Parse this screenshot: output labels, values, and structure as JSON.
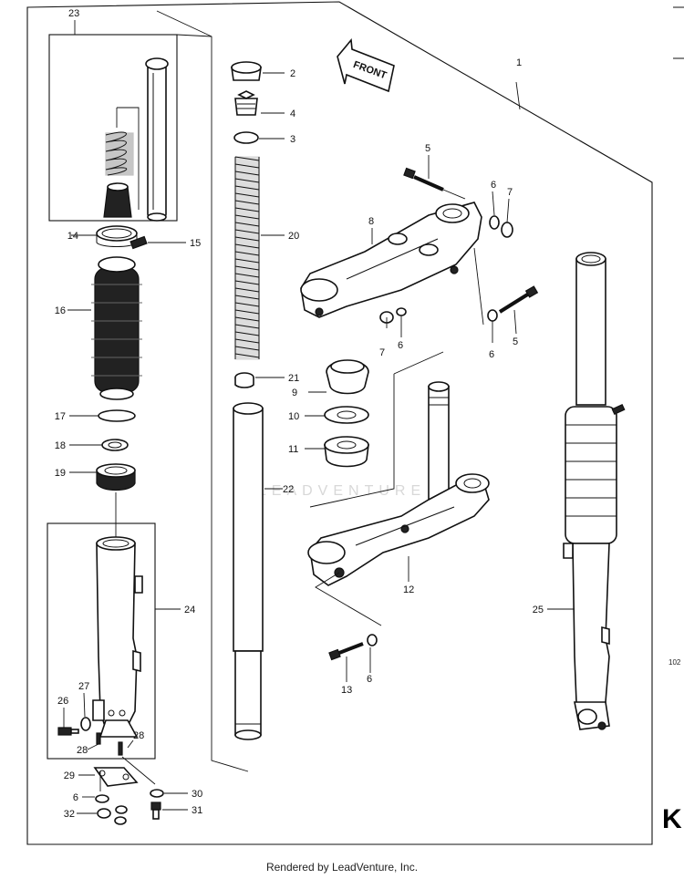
{
  "watermark": "LEADVENTURE",
  "footer": "Rendered by LeadVenture, Inc.",
  "side_code": "102",
  "corner_letter": "K",
  "front_label": "FRONT",
  "callouts": {
    "c1": "1",
    "c2": "2",
    "c3": "3",
    "c4": "4",
    "c5a": "5",
    "c5b": "5",
    "c6a": "6",
    "c6b": "6",
    "c6c": "6",
    "c6d": "6",
    "c6e": "6",
    "c7a": "7",
    "c7b": "7",
    "c8": "8",
    "c9": "9",
    "c10": "10",
    "c11": "11",
    "c12": "12",
    "c13": "13",
    "c14": "14",
    "c15": "15",
    "c16": "16",
    "c17": "17",
    "c18": "18",
    "c19": "19",
    "c20": "20",
    "c21": "21",
    "c22": "22",
    "c23": "23",
    "c24": "24",
    "c25": "25",
    "c26": "26",
    "c27": "27",
    "c28a": "28",
    "c28b": "28",
    "c29": "29",
    "c30": "30",
    "c31": "31",
    "c32": "32"
  }
}
